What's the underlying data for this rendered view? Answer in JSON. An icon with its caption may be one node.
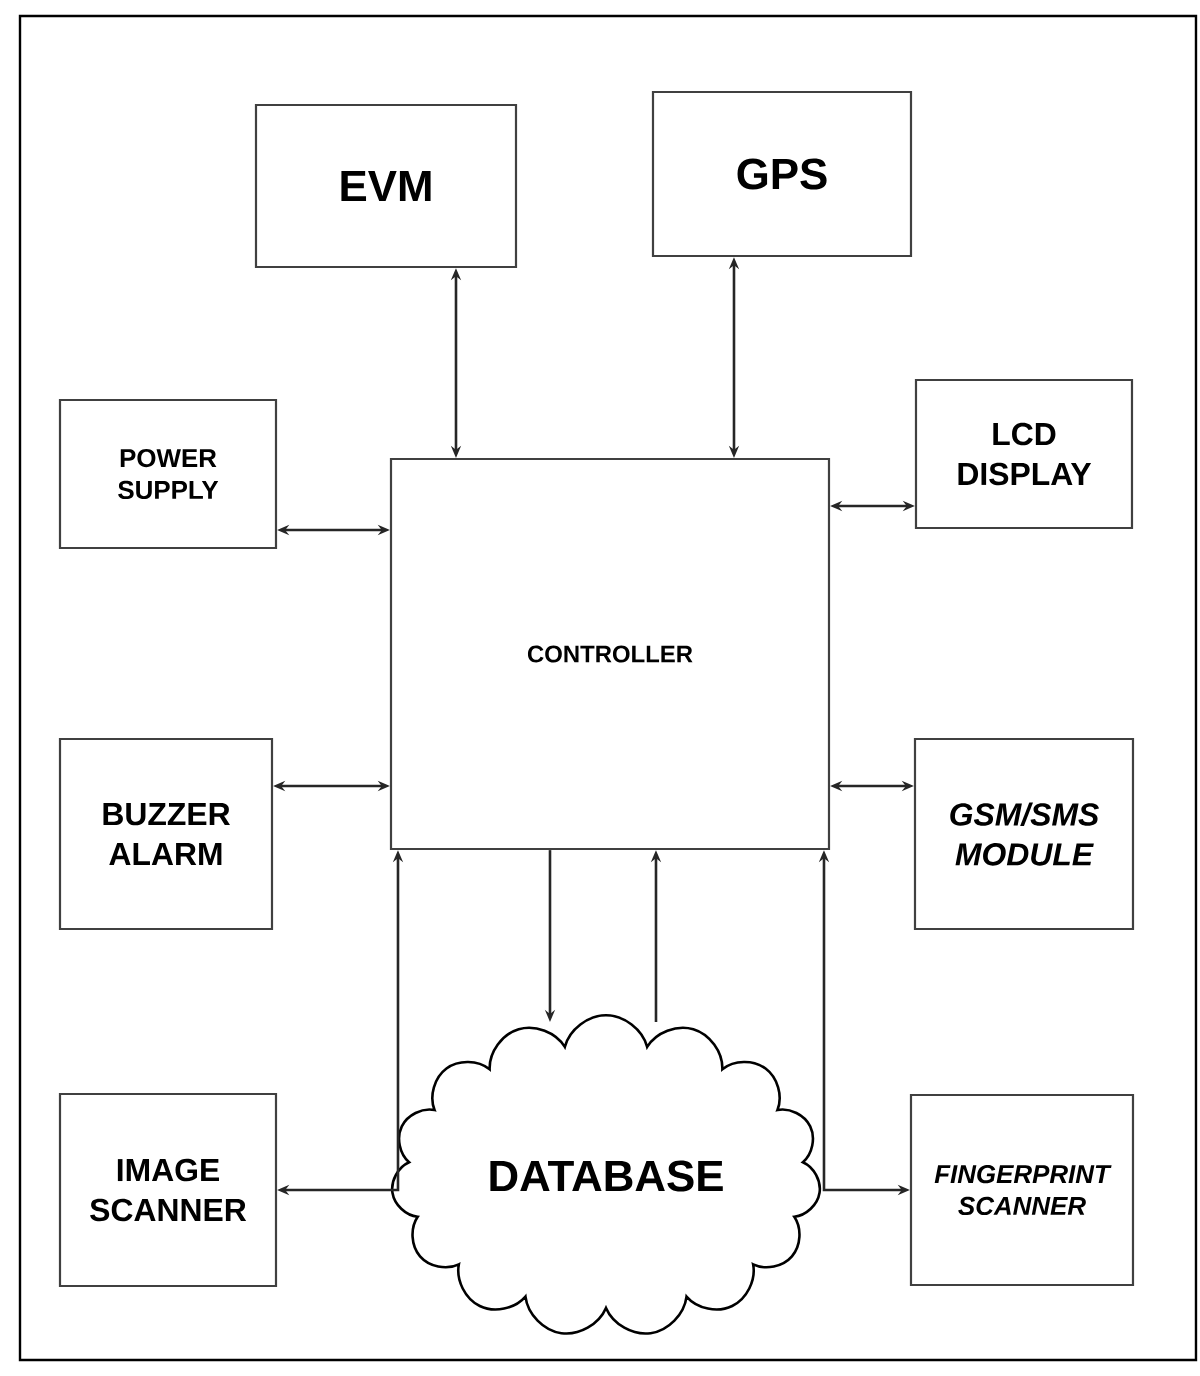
{
  "diagram": {
    "nodes": [
      {
        "text": [
          "EVM"
        ]
      },
      {
        "text": [
          "GPS"
        ]
      },
      {
        "text": [
          "POWER SUPPLY"
        ]
      },
      {
        "text": [
          "CONTROLLER"
        ]
      },
      {
        "text": [
          "LCD DISPLAY"
        ]
      },
      {
        "text": [
          "BUZZER ALARM"
        ]
      },
      {
        "text": [
          "GSM/SMS MODULE"
        ]
      },
      {
        "text": [
          "IMAGE SCANNER"
        ]
      },
      {
        "text": [
          "DATABASE"
        ]
      },
      {
        "text": [
          "FINGERPRINT SCANNER"
        ]
      }
    ],
    "edges": [
      {
        "from": 0,
        "to": 3,
        "arrow": "both"
      },
      {
        "from": 1,
        "to": 3,
        "arrow": "both"
      },
      {
        "from": 2,
        "to": 3,
        "arrow": "both"
      },
      {
        "from": 4,
        "to": 3,
        "arrow": "both"
      },
      {
        "from": 5,
        "to": 3,
        "arrow": "both"
      },
      {
        "from": 6,
        "to": 3,
        "arrow": "both"
      },
      {
        "from": 3,
        "to": 8,
        "arrow": "to"
      },
      {
        "from": 8,
        "to": 3,
        "arrow": "to"
      },
      {
        "from": 3,
        "to": 7,
        "arrow": "both"
      },
      {
        "from": 3,
        "to": 9,
        "arrow": "both"
      }
    ]
  }
}
